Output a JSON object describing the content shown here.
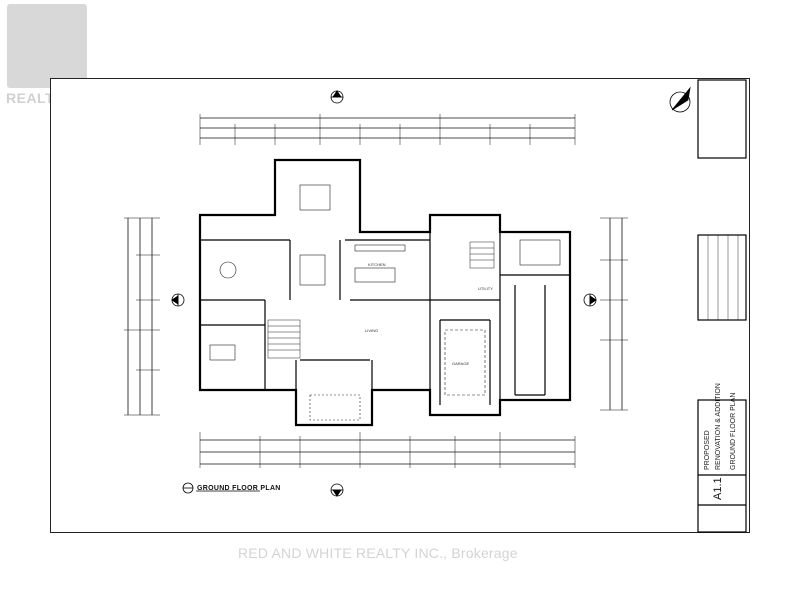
{
  "logo": {
    "text": "REALTOR®"
  },
  "plan": {
    "caption": "GROUND FLOOR PLAN",
    "rooms": {
      "kitchen": "KITCHEN",
      "utility": "UTILITY",
      "living": "LIVING",
      "garage": "GARAGE"
    }
  },
  "title_block": {
    "project": "PROPOSED",
    "project_sub": "RENOVATION & ADDITION",
    "drawing_title": "GROUND FLOOR PLAN",
    "sheet_number": "A1.1"
  },
  "watermark": {
    "text": "RED AND WHITE REALTY INC., Brokerage"
  }
}
